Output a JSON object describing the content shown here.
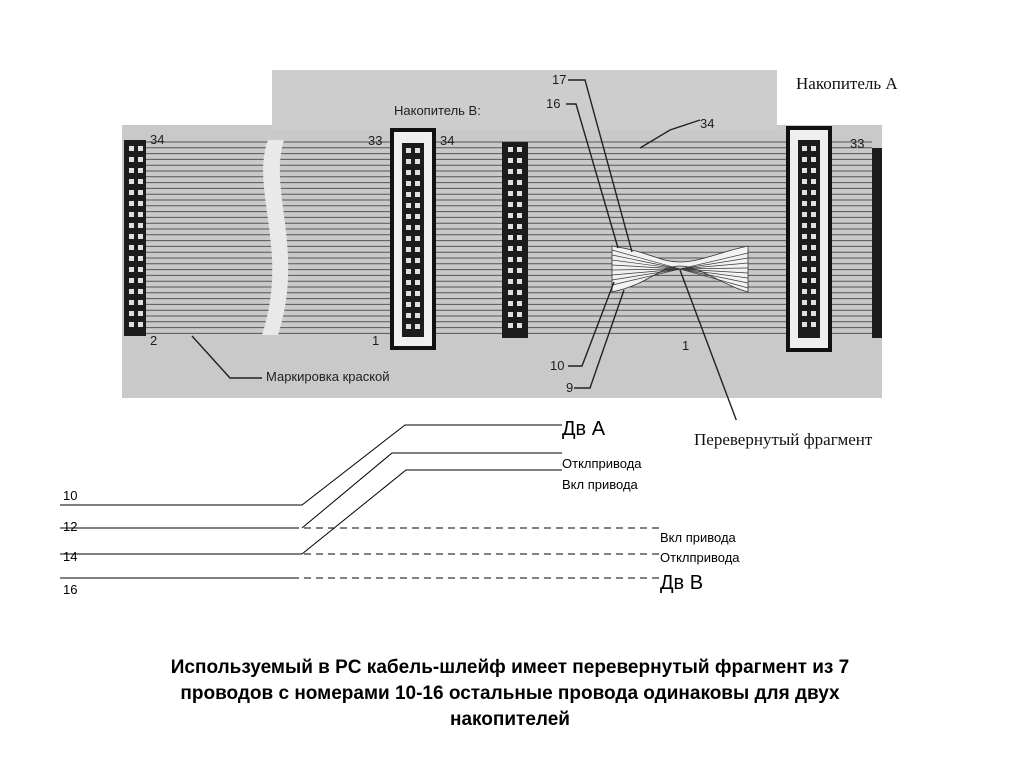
{
  "photo": {
    "drive_a_label": "Накопитель А",
    "drive_b_label": "Накопитель В:",
    "paint_mark_label": "Маркировка краской",
    "flipped_label": "Перевернутый фрагмент",
    "wire_labels": {
      "left_top": "34",
      "left_bottom": "2",
      "mid_33": "33",
      "mid_34": "34",
      "mid_1": "1",
      "w17": "17",
      "w16": "16",
      "w34": "34",
      "w10": "10",
      "w9": "9",
      "w1": "1",
      "w33": "33"
    }
  },
  "wiring": {
    "drive_a": "Дв А",
    "a_off": "Отклпривода",
    "a_on": "Вкл привода",
    "b_on": "Вкл привода",
    "b_off": "Отклпривода",
    "drive_b": "Дв В",
    "wire_numbers": [
      "10",
      "12",
      "14",
      "16"
    ]
  },
  "caption": {
    "line1": "Используемый в PC кабель-шлейф имеет перевернутый фрагмент из 7",
    "line2": "проводов с номерами 10-16 остальные провода одинаковы для двух",
    "line3": "накопителей"
  }
}
